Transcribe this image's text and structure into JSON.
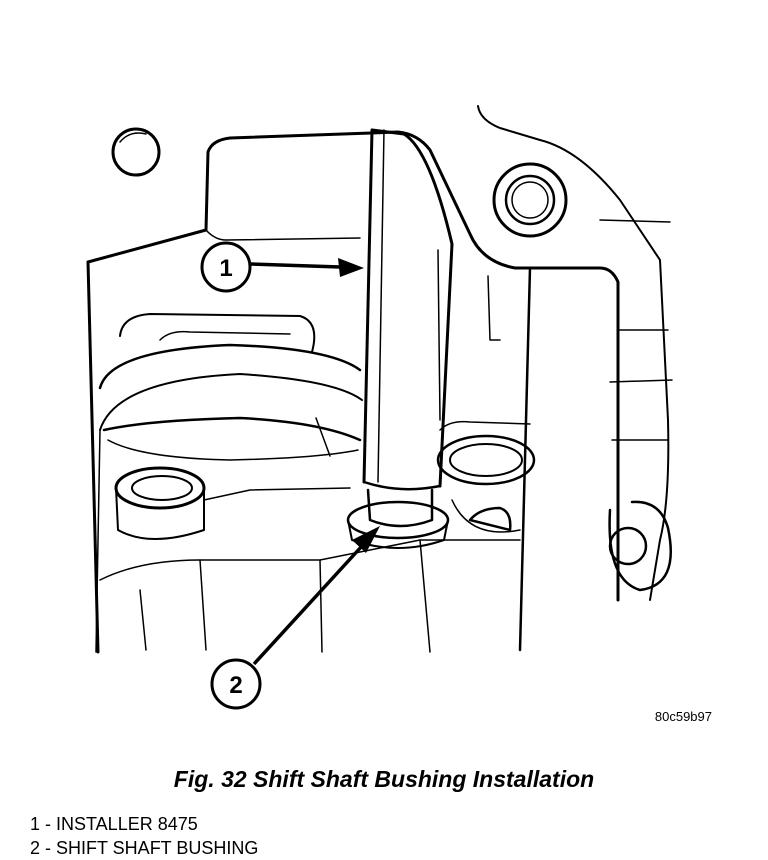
{
  "figure": {
    "code": "80c59b97",
    "caption": "Fig. 32 Shift Shaft Bushing Installation",
    "callouts": [
      {
        "number": "1",
        "label": "INSTALLER 8475"
      },
      {
        "number": "2",
        "label": "SHIFT SHAFT BUSHING"
      }
    ]
  },
  "legend": [
    "1 - INSTALLER 8475",
    "2 - SHIFT SHAFT BUSHING"
  ]
}
